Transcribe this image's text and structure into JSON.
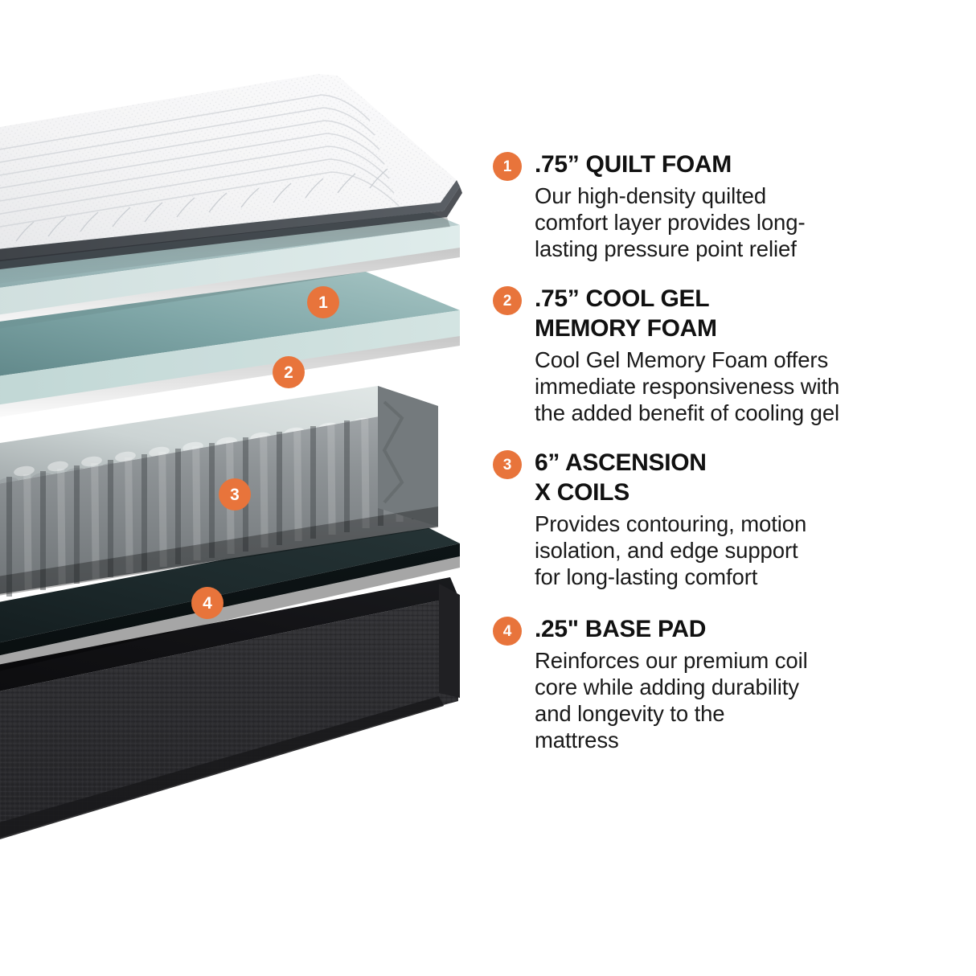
{
  "theme": {
    "background": "#ffffff",
    "accent_orange": "#e8743b",
    "heading_color": "#111111",
    "body_color": "#1a1a1a"
  },
  "illustration": {
    "alt": "exploded-view-mattress-cutaway",
    "callouts": [
      {
        "number": "1",
        "layer": "quilt-foam"
      },
      {
        "number": "2",
        "layer": "cool-gel-memory-foam"
      },
      {
        "number": "3",
        "layer": "ascension-x-coils"
      },
      {
        "number": "4",
        "layer": "base-pad"
      }
    ],
    "layers": [
      {
        "name": "quilt-cover",
        "color": "#f3f3f4",
        "edge_color": "#4a4d52"
      },
      {
        "name": "quilt-foam",
        "color": "#b9cacb"
      },
      {
        "name": "cool-gel-memory-foam",
        "color": "#8fb2b4"
      },
      {
        "name": "pocketed-coils",
        "color": "#8e9295"
      },
      {
        "name": "base-pad",
        "color": "#1b2426"
      },
      {
        "name": "base-fabric",
        "color": "#2c2c2e"
      }
    ]
  },
  "features": [
    {
      "number": "1",
      "title": ".75” QUILT FOAM",
      "description": "Our high-density quilted\ncomfort layer provides long-\nlasting pressure point relief"
    },
    {
      "number": "2",
      "title": ".75” COOL GEL\nMEMORY FOAM",
      "description": "Cool Gel Memory Foam offers\nimmediate responsiveness with\nthe added benefit of cooling gel"
    },
    {
      "number": "3",
      "title": "6” ASCENSION\nX COILS",
      "description": "Provides contouring, motion\nisolation, and edge support\nfor long-lasting comfort"
    },
    {
      "number": "4",
      "title": ".25\" BASE PAD",
      "description": "Reinforces our premium coil\ncore while adding durability\nand longevity to the\nmattress"
    }
  ]
}
